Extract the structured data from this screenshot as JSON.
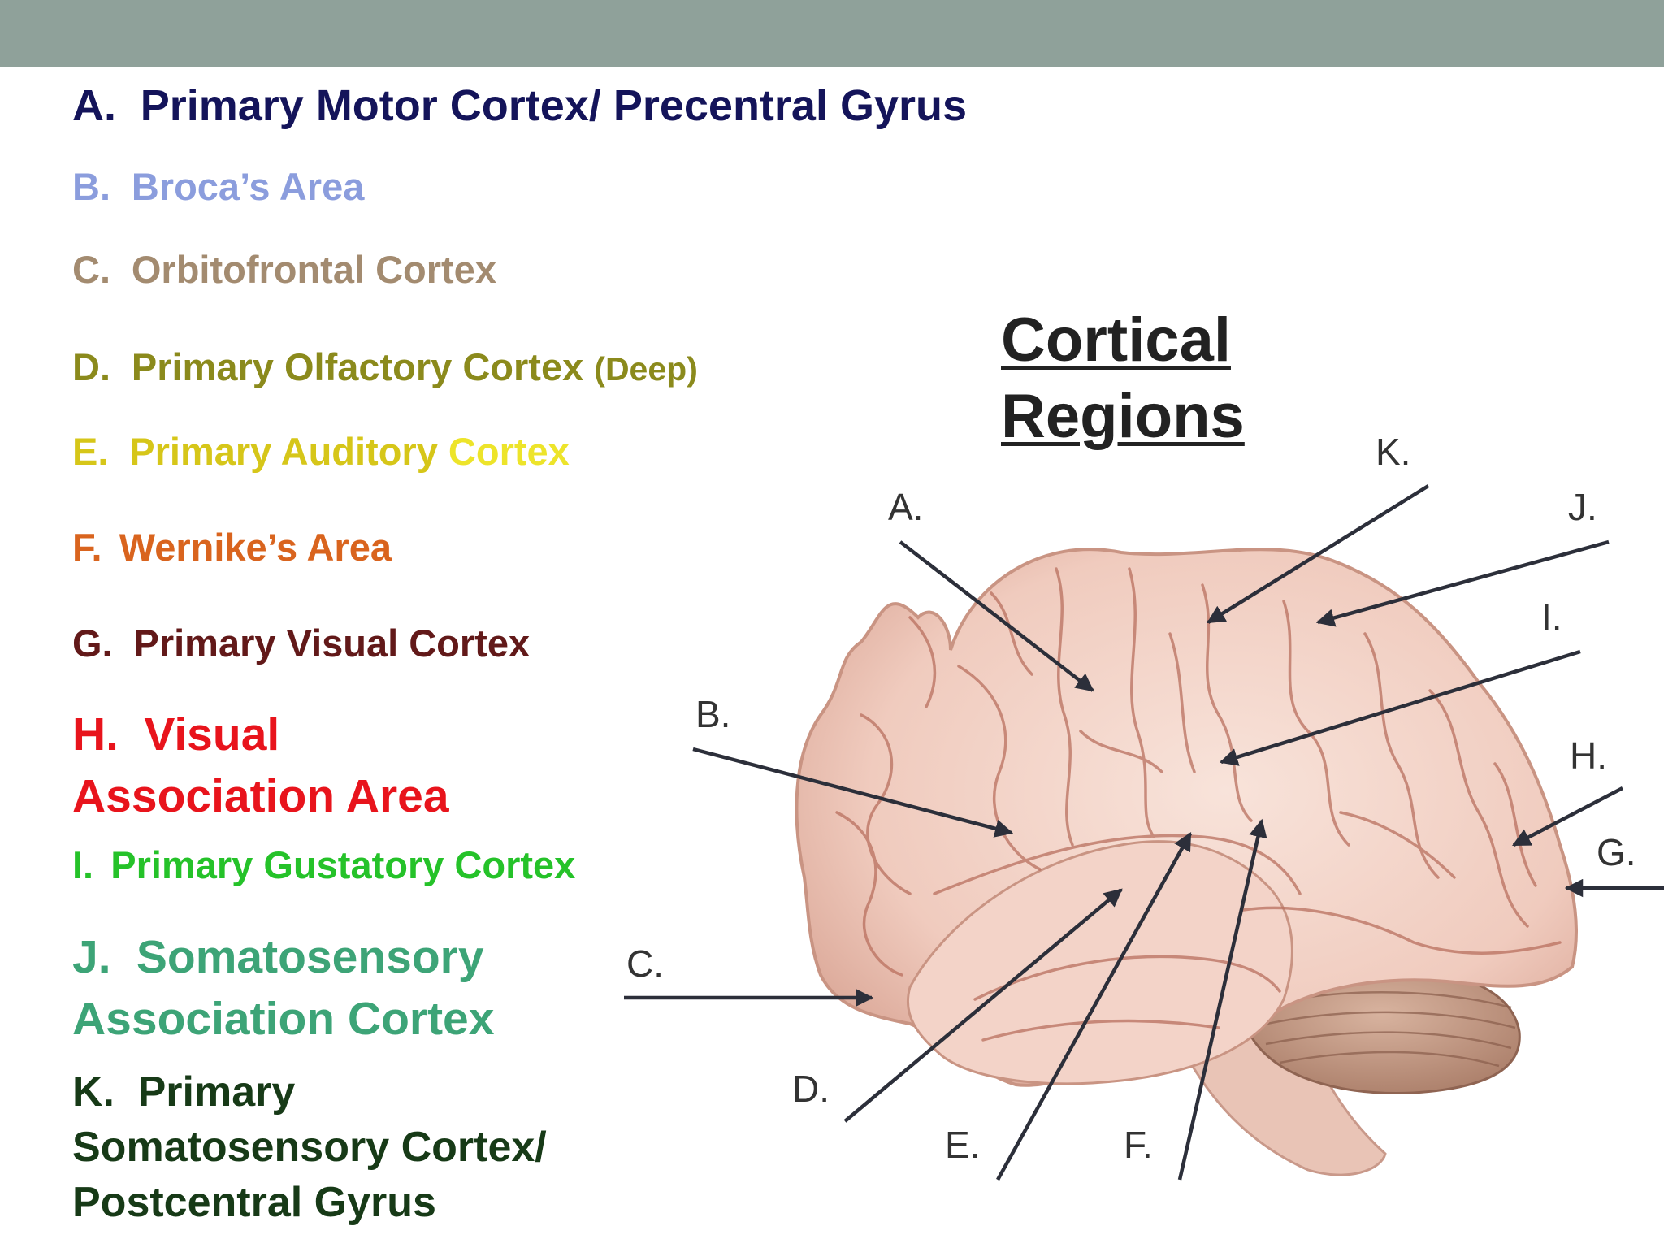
{
  "title": [
    "Cortical",
    "Regions"
  ],
  "legend": [
    {
      "letter": "A.",
      "text": "Primary Motor Cortex/ Precentral Gyrus"
    },
    {
      "letter": "B.",
      "text": "Broca’s Area"
    },
    {
      "letter": "C.",
      "text": "Orbitofrontal Cortex"
    },
    {
      "letter": "D.",
      "text": "Primary Olfactory Cortex",
      "note": "(Deep)"
    },
    {
      "letter": "E.",
      "text": "Primary Auditory",
      "accent": "Cortex"
    },
    {
      "letter": "F.",
      "text": "Wernike’s Area"
    },
    {
      "letter": "G.",
      "text": "Primary Visual Cortex"
    },
    {
      "letter": "H.",
      "text": "Visual",
      "line2": "Association Area"
    },
    {
      "letter": "I.",
      "text": "Primary Gustatory Cortex"
    },
    {
      "letter": "J.",
      "text": "Somatosensory",
      "line2": "Association Cortex"
    },
    {
      "letter": "K.",
      "text": "Primary",
      "line2": "Somatosensory Cortex/",
      "line3": "Postcentral Gyrus"
    }
  ],
  "pointer_labels": [
    "A.",
    "B.",
    "C.",
    "D.",
    "E.",
    "F.",
    "G.",
    "H.",
    "I.",
    "J.",
    "K."
  ],
  "colors": {
    "top_bar": "#8fa19a",
    "A": "#14145a",
    "B": "#8b9ddd",
    "C": "#a38b70",
    "D": "#8b8a1c",
    "E": "#d6c619",
    "F": "#d9641e",
    "G": "#621919",
    "H": "#e8141c",
    "I": "#25c229",
    "J": "#3da477",
    "K": "#173a17",
    "brain": "#f2cfc4",
    "cerebellum": "#c79c86",
    "arrows": "#2c2f3a"
  }
}
